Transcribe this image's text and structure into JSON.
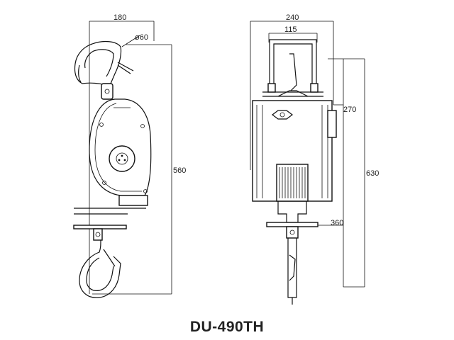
{
  "dimensions": {
    "left_width": "180",
    "hook_diameter": "ø60",
    "left_height": "560",
    "right_width": "240",
    "top_width": "115",
    "motor_height": "270",
    "overall_height": "630",
    "lower_height": "360"
  },
  "model_label": "DU-490TH"
}
